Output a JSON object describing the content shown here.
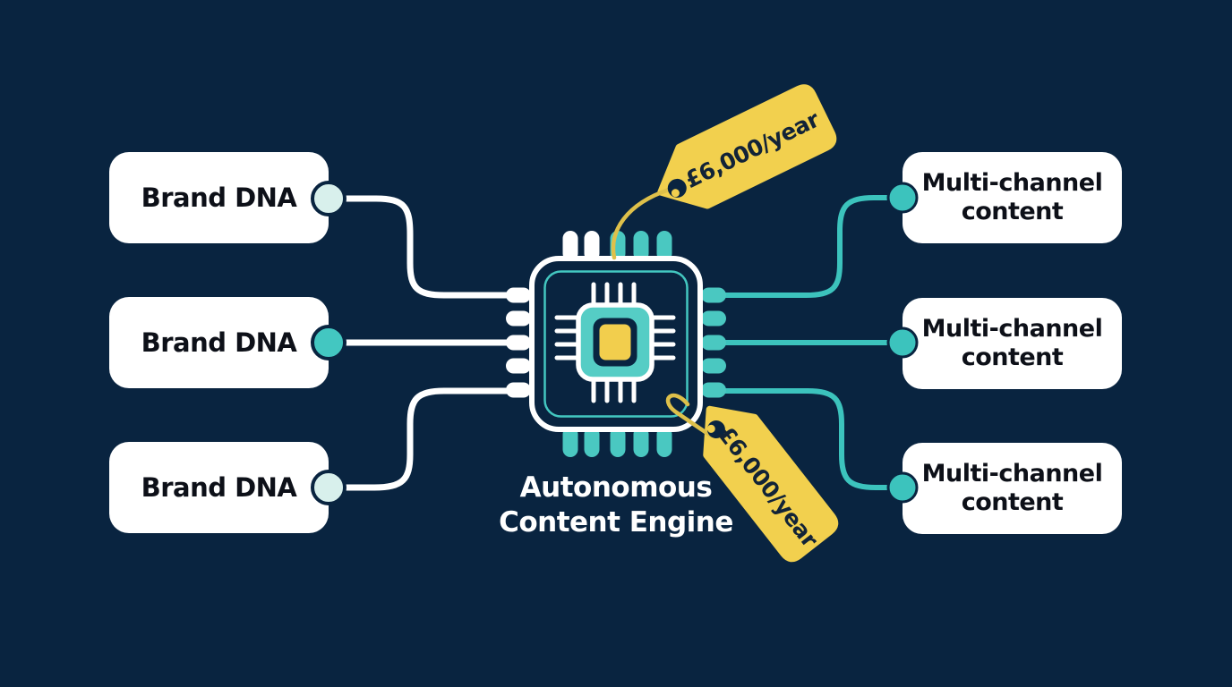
{
  "diagram": {
    "title": "Autonomous Content Engine",
    "left_nodes": [
      {
        "label": "Brand DNA"
      },
      {
        "label": "Brand DNA"
      },
      {
        "label": "Brand DNA"
      }
    ],
    "right_nodes": [
      {
        "label": "Multi-channel content"
      },
      {
        "label": "Multi-channel content"
      },
      {
        "label": "Multi-channel content"
      }
    ],
    "price_tags": [
      {
        "label": "£6,000/year"
      },
      {
        "label": "£6,000/year"
      }
    ],
    "center_icon": "cpu-chip-icon",
    "colors": {
      "background": "#092440",
      "line_white": "#ffffff",
      "line_teal": "#3cc3bd",
      "pin_teal": "#4ac8c1",
      "chip_core_teal": "#55cdc5",
      "connector_pale": "#d8f0ec",
      "tag_yellow": "#f2d04e",
      "string_yellow": "#dec04a",
      "box_white": "#ffffff",
      "box_text": "#0d1018",
      "tag_text": "#122337",
      "title_text": "#ffffff"
    }
  }
}
